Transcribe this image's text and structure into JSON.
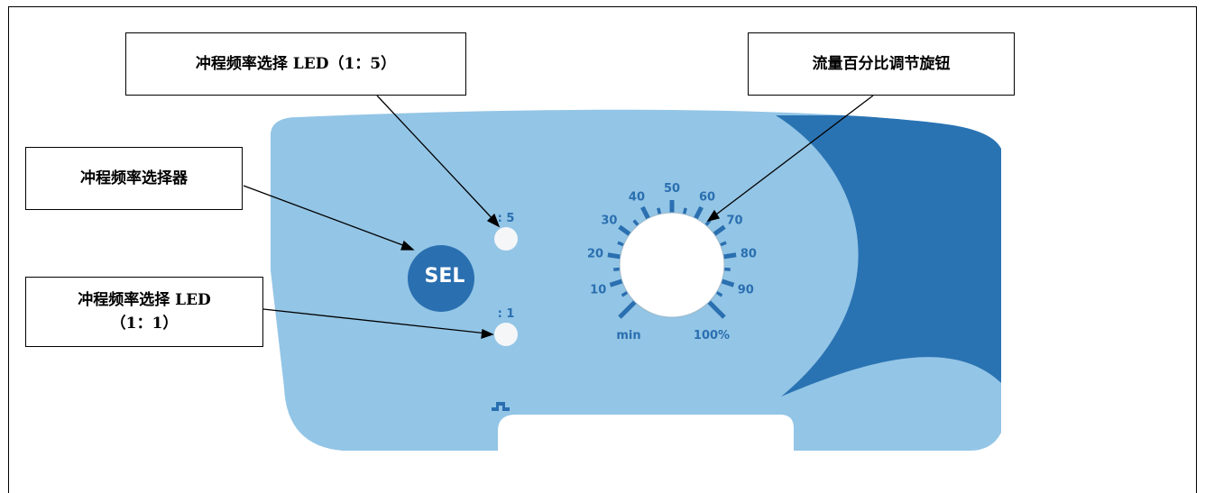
{
  "callouts": {
    "led_1_5": "冲程频率选择 LED（1：5）",
    "flow_knob": "流量百分比调节旋钮",
    "selector": "冲程频率选择器",
    "led_1_1_line1": "冲程频率选择 LED",
    "led_1_1_line2": "（1：1）"
  },
  "panel": {
    "sel_button": "SEL",
    "led_top_label": ": 5",
    "led_bottom_label": ": 1",
    "dial_labels": [
      "min",
      "10",
      "20",
      "30",
      "40",
      "50",
      "60",
      "70",
      "80",
      "90",
      "100%"
    ]
  },
  "colors": {
    "panel_light": "#93c5e6",
    "panel_dark": "#2a73b3",
    "button": "#2a6fb0",
    "ticks": "#2a6fb0",
    "led": "#f4f6f8"
  }
}
